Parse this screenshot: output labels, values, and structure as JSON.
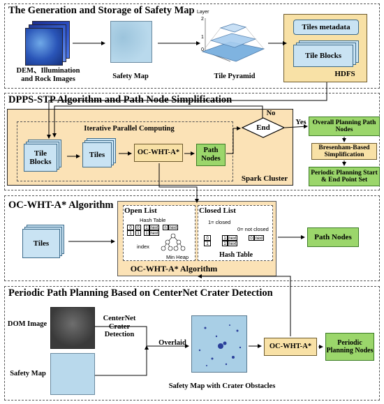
{
  "section1": {
    "title": "The Generation and Storage of Safety Map",
    "inputs_label": "DEM、Illumination and Rock Images",
    "safety_map_label": "Safety Map",
    "tile_pyramid_label": "Tile Pyramid",
    "pyramid_axis_label": "Layer",
    "pyramid_ticks": [
      "2",
      "1",
      "0"
    ],
    "tiles_metadata": "Tiles metadata",
    "tile_blocks": "Tile Blocks",
    "hdfs": "HDFS"
  },
  "section2": {
    "title": "DPPS-STP Algorithm and Path Node Simplification",
    "iterative_label": "Iterative Parallel Computing",
    "tile_blocks": "Tile Blocks",
    "tiles": "Tiles",
    "algorithm": "OC-WHT-A*",
    "path_nodes": "Path Nodes",
    "end": "End",
    "no": "No",
    "yes": "Yes",
    "spark_cluster": "Spark Cluster",
    "overall_nodes": "Overall Planning Path Nodes",
    "bresenham": "Bresenham-Based Simplification",
    "periodic_set": "Periodic Planning Start & End Point Set"
  },
  "section3": {
    "title": "OC-WHT-A*  Algorithm",
    "tiles": "Tiles",
    "open_list": "Open List",
    "closed_list": "Closed List",
    "hash_table": "Hash Table",
    "index": "index",
    "min_heap": "Min Heap",
    "closed_flag": "1= closed",
    "not_closed_flag": "0= not closed",
    "closed_hash_table": "Hash Table",
    "algorithm_caption": "OC-WHT-A* Algorithm",
    "path_nodes": "Path Nodes",
    "row0": "0",
    "row1": "1",
    "cell_one": "1",
    "cell_zero": "0",
    "next": "next",
    "cell_n": "n"
  },
  "section4": {
    "title": "Periodic Path Planning Based on CenterNet Crater Detection",
    "dom_image": "DOM Image",
    "centernet": "CenterNet Crater Detection",
    "overlaid": "Overlaid",
    "safety_map": "Safety Map",
    "safety_with_craters": "Safety Map with Crater Obstacles",
    "algorithm": "OC-WHT-A*",
    "periodic_nodes": "Periodic Planning Nodes"
  },
  "colors": {
    "panel_fill": "#fbe2b6",
    "node_blue": "#c9e3f3",
    "node_green": "#9bd66b",
    "node_yellow": "#f8e1a6"
  }
}
